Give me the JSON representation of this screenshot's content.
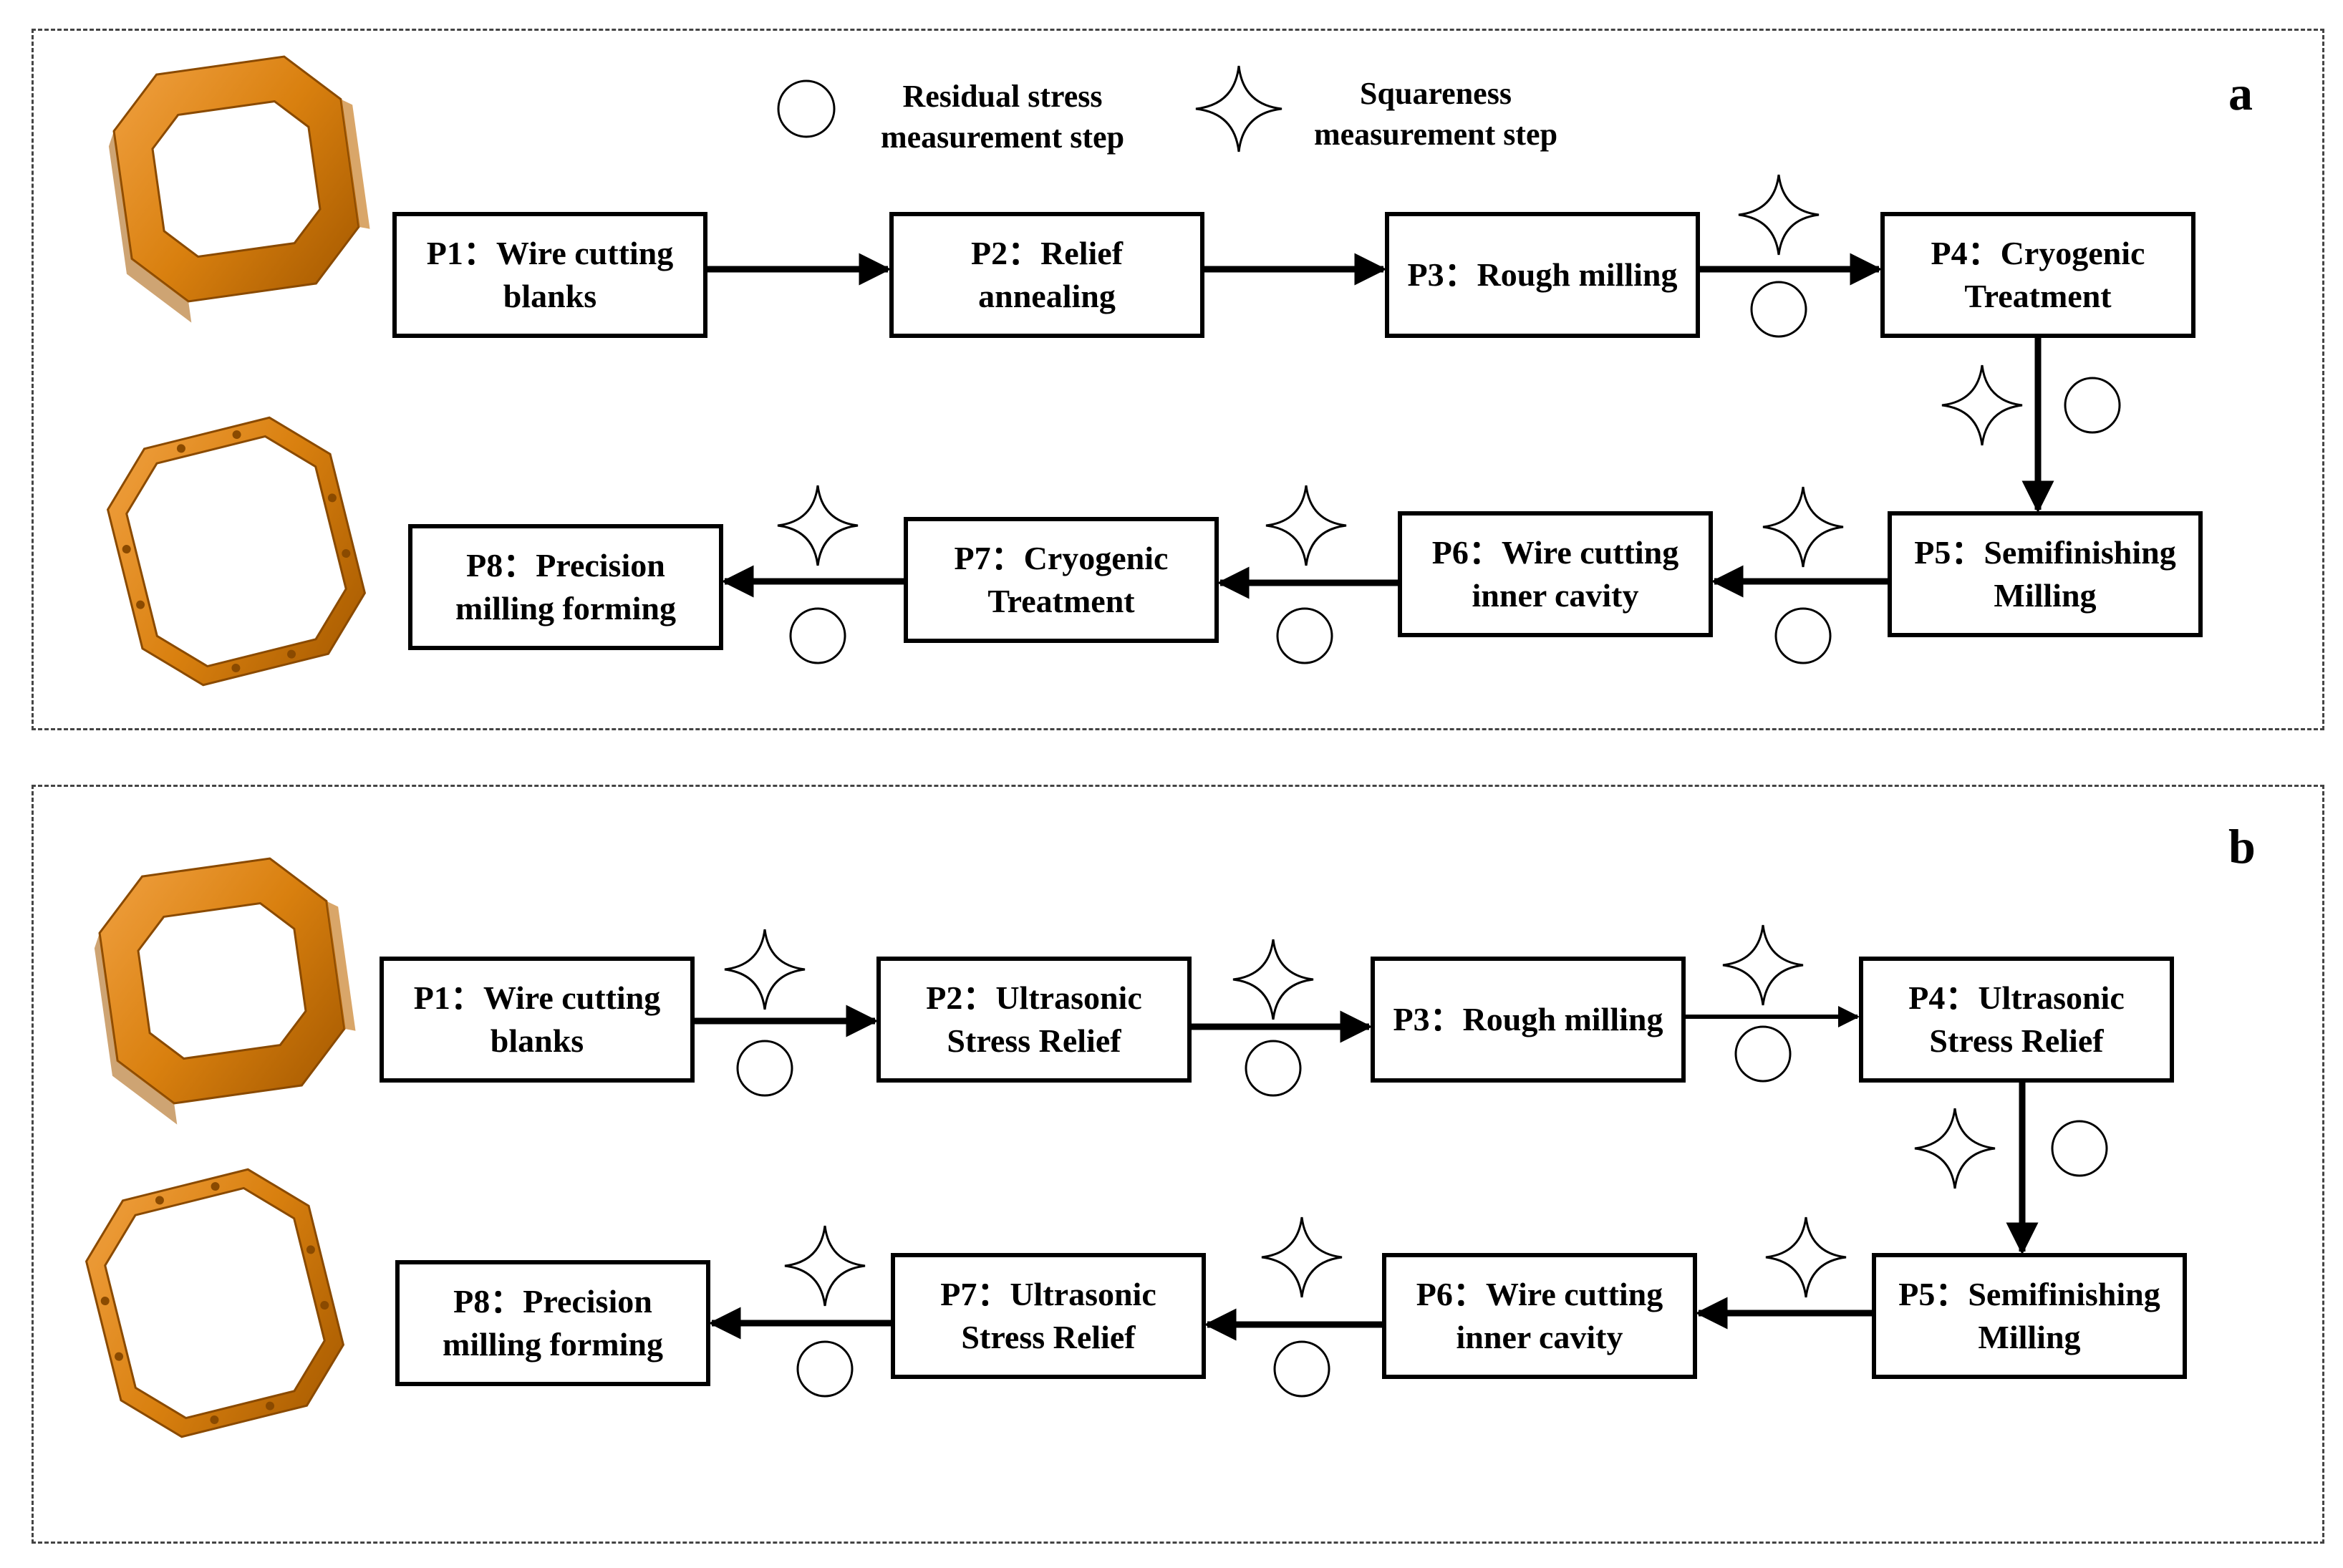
{
  "legend": {
    "circle_line1": "Residual stress",
    "circle_line2": "measurement step",
    "star_line1": "Squareness",
    "star_line2": "measurement step"
  },
  "panel_a": {
    "letter": "a",
    "steps": [
      {
        "line1": "P1：Wire cutting",
        "line2": "blanks"
      },
      {
        "line1": "P2：Relief",
        "line2": "annealing"
      },
      {
        "line1": "P3：Rough milling",
        "line2": ""
      },
      {
        "line1": "P4：Cryogenic",
        "line2": "Treatment"
      },
      {
        "line1": "P5：Semifinishing",
        "line2": "Milling"
      },
      {
        "line1": "P6：Wire cutting",
        "line2": "inner cavity"
      },
      {
        "line1": "P7：Cryogenic",
        "line2": "Treatment"
      },
      {
        "line1": "P8：Precision",
        "line2": "milling forming"
      }
    ]
  },
  "panel_b": {
    "letter": "b",
    "steps": [
      {
        "line1": "P1：Wire cutting",
        "line2": "blanks"
      },
      {
        "line1": "P2：Ultrasonic",
        "line2": "Stress Relief"
      },
      {
        "line1": "P3：Rough milling",
        "line2": ""
      },
      {
        "line1": "P4：Ultrasonic",
        "line2": "Stress Relief"
      },
      {
        "line1": "P5：Semifinishing",
        "line2": "Milling"
      },
      {
        "line1": "P6：Wire cutting",
        "line2": "inner cavity"
      },
      {
        "line1": "P7：Ultrasonic",
        "line2": "Stress Relief"
      },
      {
        "line1": "P8：Precision",
        "line2": "milling forming"
      }
    ]
  },
  "colors": {
    "ring_fill": "#D9800F",
    "ring_dark": "#A65A00",
    "ring_light": "#F0A040",
    "box_border": "#000000",
    "dash_border": "#444444"
  }
}
